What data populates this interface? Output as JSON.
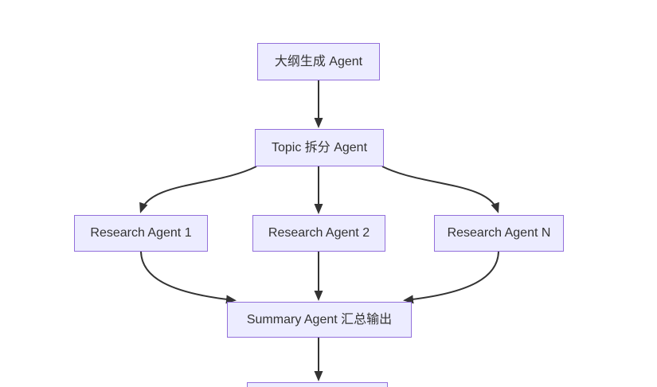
{
  "diagram": {
    "type": "flowchart-top-down",
    "colors": {
      "background": "#ffffff",
      "node-fill": "#ECECFF",
      "node-border": "#9370DB",
      "edge-color": "#333333",
      "text-color": "#333333"
    },
    "nodes": {
      "outline": {
        "label": "大纲生成 Agent"
      },
      "topic": {
        "label": "Topic 拆分 Agent"
      },
      "research1": {
        "label": "Research Agent 1"
      },
      "research2": {
        "label": "Research Agent 2"
      },
      "researchn": {
        "label": "Research Agent N"
      },
      "summary": {
        "label": "Summary Agent 汇总输出"
      },
      "next": {
        "label": ""
      }
    },
    "edges": [
      {
        "from": "outline",
        "to": "topic"
      },
      {
        "from": "topic",
        "to": "research1"
      },
      {
        "from": "topic",
        "to": "research2"
      },
      {
        "from": "topic",
        "to": "researchn"
      },
      {
        "from": "research1",
        "to": "summary"
      },
      {
        "from": "research2",
        "to": "summary"
      },
      {
        "from": "researchn",
        "to": "summary"
      },
      {
        "from": "summary",
        "to": "next"
      }
    ]
  }
}
